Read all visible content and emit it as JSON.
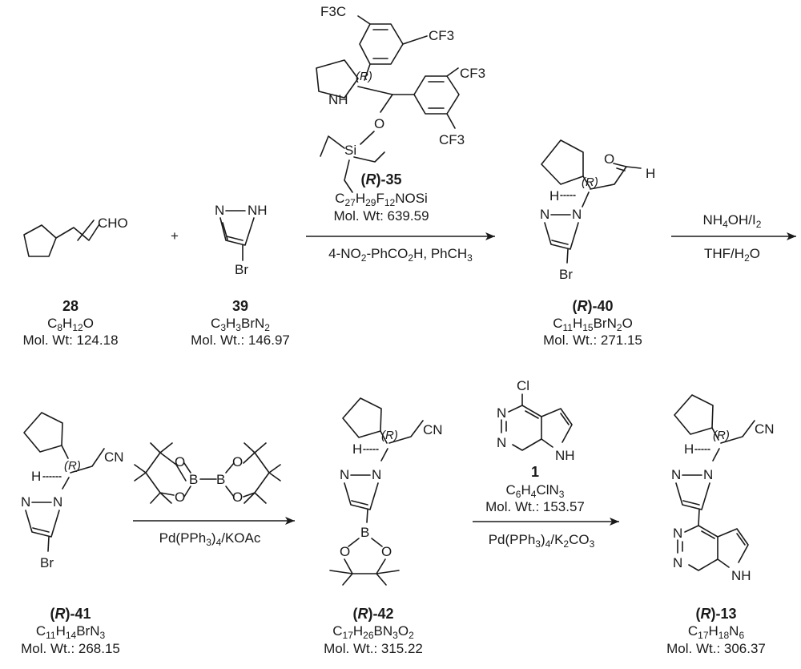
{
  "compounds": {
    "c28": {
      "label": "28",
      "formula": {
        "a": "C",
        "b": "8",
        "c": "H",
        "d": "12",
        "e": "O"
      },
      "mw": "Mol. Wt: 124.18",
      "aldehyde": "CHO"
    },
    "c39": {
      "label": "39",
      "formula": {
        "a": "C",
        "b": "3",
        "c": "H",
        "d": "3",
        "e": "BrN",
        "f": "2"
      },
      "mw": "Mol. Wt.: 146.97"
    },
    "c35": {
      "label_prefix": "(",
      "label_r": "R",
      "label_suffix": ")-35",
      "formula": {
        "a": "C",
        "b": "27",
        "c": "H",
        "d": "29",
        "e": "F",
        "f": "12",
        "g": "NOSi"
      },
      "mw": "Mol. Wt: 639.59"
    },
    "c40": {
      "label_prefix": "(",
      "label_r": "R",
      "label_suffix": ")-40",
      "formula": {
        "a": "C",
        "b": "11",
        "c": "H",
        "d": "15",
        "e": "BrN",
        "f": "2",
        "g": "O"
      },
      "mw": "Mol. Wt.: 271.15"
    },
    "c41": {
      "label_prefix": "(",
      "label_r": "R",
      "label_suffix": ")-41",
      "formula": {
        "a": "C",
        "b": "11",
        "c": "H",
        "d": "14",
        "e": "BrN",
        "f": "3"
      },
      "mw": "Mol. Wt.: 268.15"
    },
    "c42": {
      "label_prefix": "(",
      "label_r": "R",
      "label_suffix": ")-42",
      "formula": {
        "a": "C",
        "b": "17",
        "c": "H",
        "d": "26",
        "e": "BN",
        "f": "3",
        "g": "O",
        "h": "2"
      },
      "mw": "Mol. Wt.: 315.22"
    },
    "c1": {
      "label": "1",
      "formula": {
        "a": "C",
        "b": "6",
        "c": "H",
        "d": "4",
        "e": "ClN",
        "f": "3"
      },
      "mw": "Mol. Wt.: 153.57"
    },
    "c13": {
      "label_prefix": "(",
      "label_r": "R",
      "label_suffix": ")-13",
      "formula": {
        "a": "C",
        "b": "17",
        "c": "H",
        "d": "18",
        "e": "N",
        "f": "6"
      },
      "mw": "Mol. Wt.: 306.37"
    }
  },
  "reactions": {
    "r1": {
      "below": {
        "a": "4-NO",
        "b": "2",
        "c": "-PhCO",
        "d": "2",
        "e": "H, PhCH",
        "f": "3"
      }
    },
    "r2": {
      "above": {
        "a": "NH",
        "b": "4",
        "c": "OH/I",
        "d": "2"
      },
      "below": {
        "a": "THF/H",
        "b": "2",
        "c": "O"
      }
    },
    "r3": {
      "below": {
        "a": "Pd(PPh",
        "b": "3",
        "c": ")",
        "d": "4",
        "e": "/KOAc"
      }
    },
    "r4": {
      "below": {
        "a": "Pd(PPh",
        "b": "3",
        "c": ")",
        "d": "4",
        "e": "/K",
        "f": "2",
        "g": "CO",
        "h": "3"
      }
    }
  },
  "plus_sign": "+",
  "atoms": {
    "N": "N",
    "NH": "NH",
    "H": "H",
    "O": "O",
    "B": "B",
    "Br": "Br",
    "Cl": "Cl",
    "Si": "Si",
    "CN": "CN",
    "CF3": "CF3",
    "F3C": "F3C",
    "stereo": "(R)"
  }
}
